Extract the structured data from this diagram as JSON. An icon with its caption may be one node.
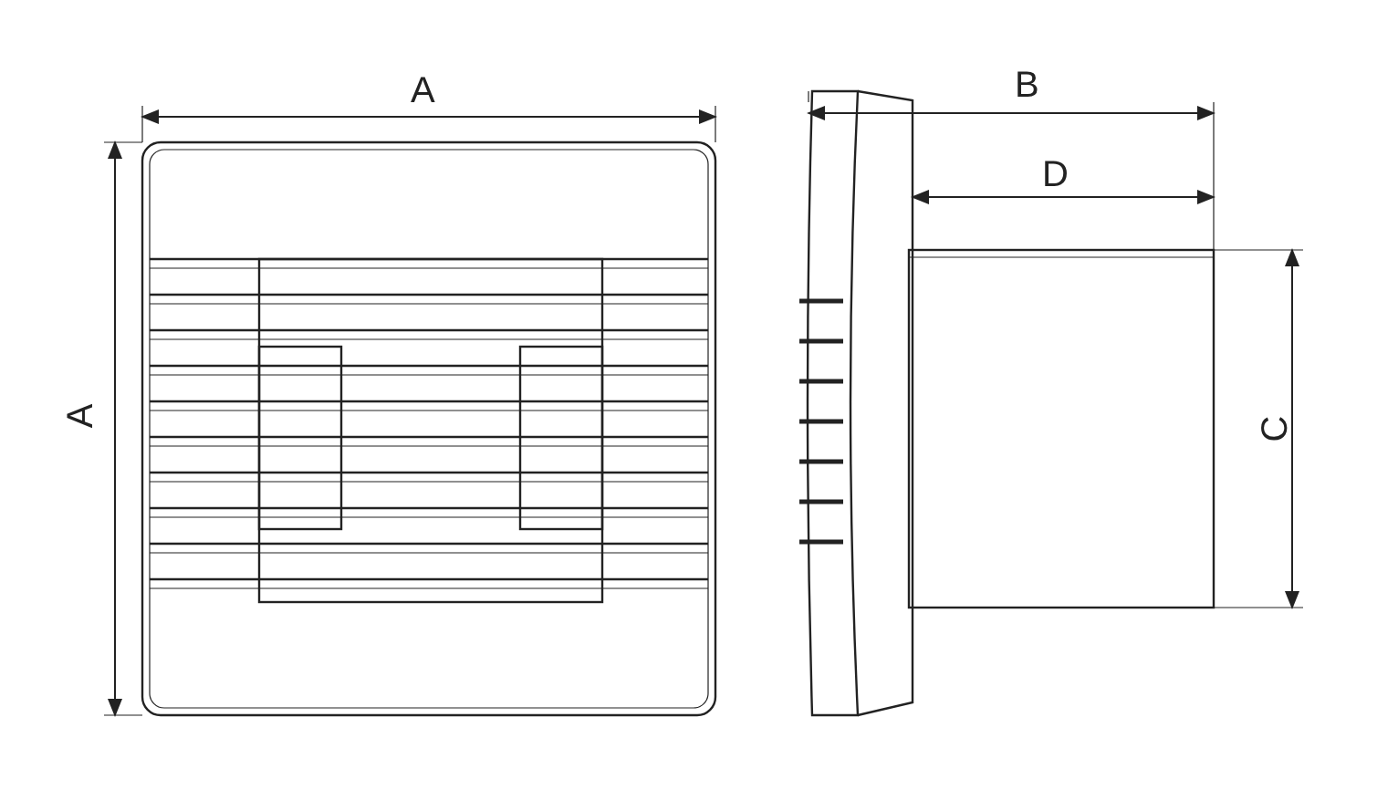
{
  "diagram": {
    "labels": [
      "A",
      "A",
      "B",
      "D",
      "C"
    ]
  }
}
